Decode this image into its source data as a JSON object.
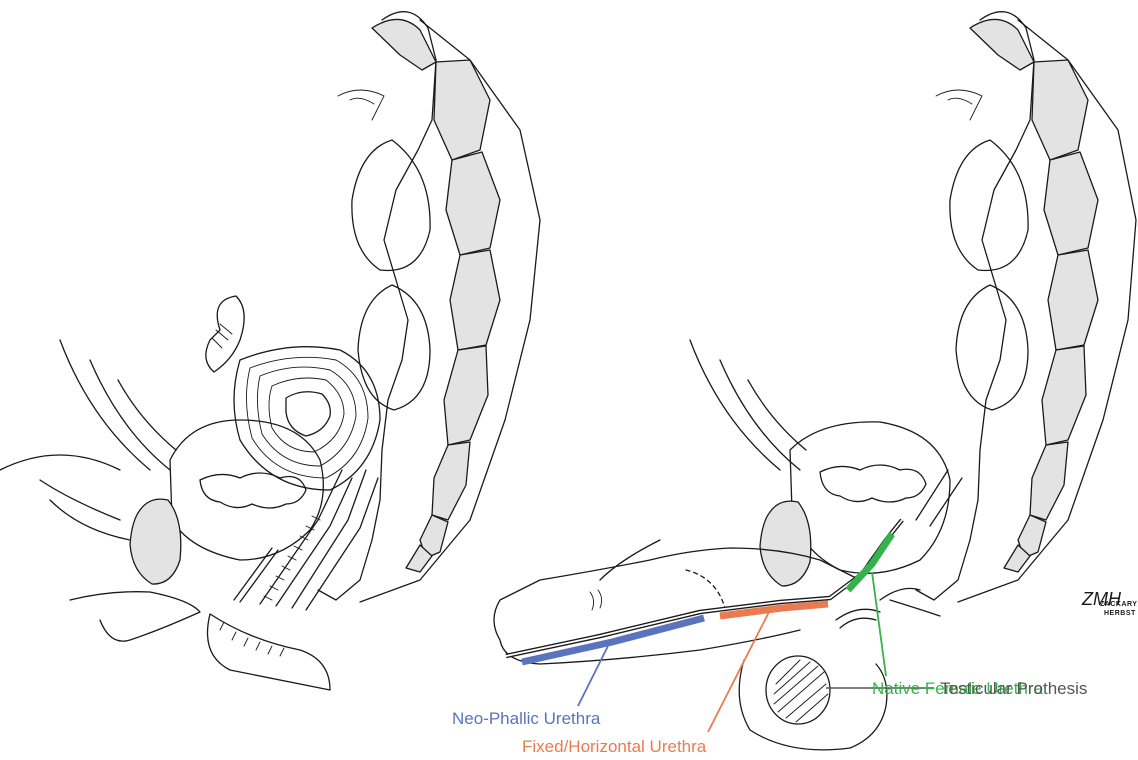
{
  "labels": {
    "neo_phallic": "Neo-Phallic Urethra",
    "fixed_horizontal": "Fixed/Horizontal Urethra",
    "native_female": "Native Female Urethra",
    "testicular": "Testicular Prothesis"
  },
  "signature": {
    "initials": "ZMH",
    "name_line1": "ZACKARY",
    "name_line2": "HERBST"
  },
  "colors": {
    "neo_phallic": "#5b73bd",
    "fixed_horizontal": "#ea7b50",
    "native_female": "#35b34a",
    "testicular": "#555555",
    "bone_fill": "#e3e3e3",
    "line": "#1a1a1a"
  }
}
